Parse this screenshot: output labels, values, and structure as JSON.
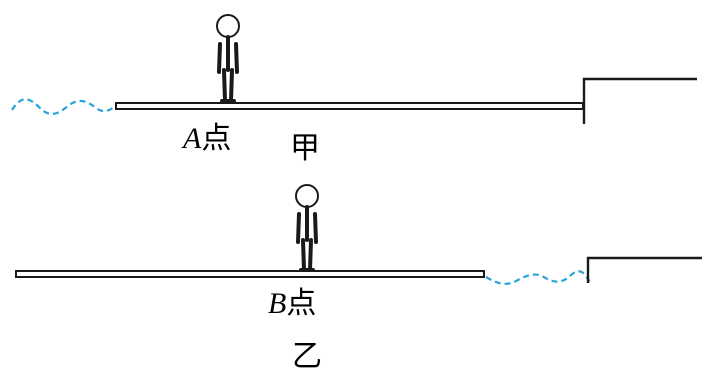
{
  "colors": {
    "line": "#1a1a1a",
    "water": "#2aa3d8",
    "background": "#ffffff"
  },
  "scenes": [
    {
      "caption": "甲",
      "point_letter": "A",
      "point_suffix": "点"
    },
    {
      "caption": "乙",
      "point_letter": "B",
      "point_suffix": "点"
    }
  ]
}
